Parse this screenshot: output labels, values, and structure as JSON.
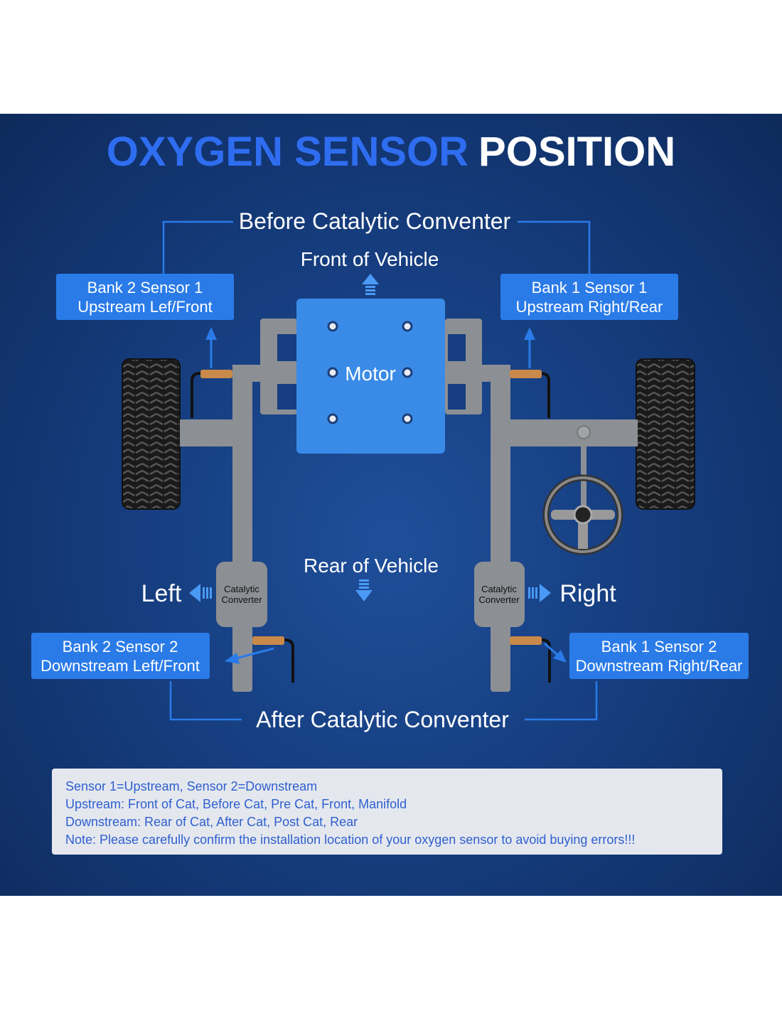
{
  "title": {
    "part1": "OXYGEN SENSOR",
    "part2": "POSITION"
  },
  "labels": {
    "before_cat": "Before Catalytic Conventer",
    "after_cat": "After Catalytic Conventer",
    "front": "Front of Vehicle",
    "rear": "Rear of Vehicle",
    "left": "Left",
    "right": "Right",
    "motor": "Motor",
    "cat_line1": "Catalytic",
    "cat_line2": "Converter"
  },
  "sensors": {
    "b2s1": {
      "line1": "Bank 2 Sensor 1",
      "line2": "Upstream Lef/Front"
    },
    "b1s1": {
      "line1": "Bank 1 Sensor 1",
      "line2": "Upstream Right/Rear"
    },
    "b2s2": {
      "line1": "Bank 2 Sensor 2",
      "line2": "Downstream Left/Front"
    },
    "b1s2": {
      "line1": "Bank 1 Sensor 2",
      "line2": "Downstream Right/Rear"
    }
  },
  "notes": [
    "Sensor 1=Upstream, Sensor 2=Downstream",
    "Upstream: Front of Cat, Before Cat, Pre Cat, Front, Manifold",
    "Downstream: Rear of Cat, After Cat, Post Cat, Rear",
    "Note: Please carefully confirm the installation location of your oxygen sensor to avoid buying errors!!!"
  ],
  "colors": {
    "accent": "#2f6df0",
    "box": "#2a7be8",
    "motor": "#3a8be8",
    "pipe": "#8c8f94"
  }
}
